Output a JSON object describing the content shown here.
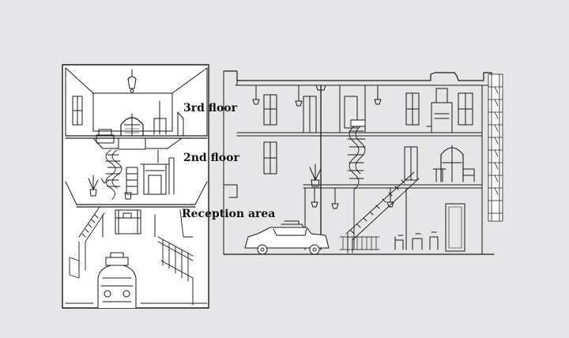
{
  "labels": {
    "third_floor": "3rd floor",
    "second_floor": "2nd floor",
    "reception": "Reception area"
  },
  "colors": {
    "background": "#e6e5e8",
    "ink": "#1a1a1a",
    "panel": "#ffffff"
  }
}
